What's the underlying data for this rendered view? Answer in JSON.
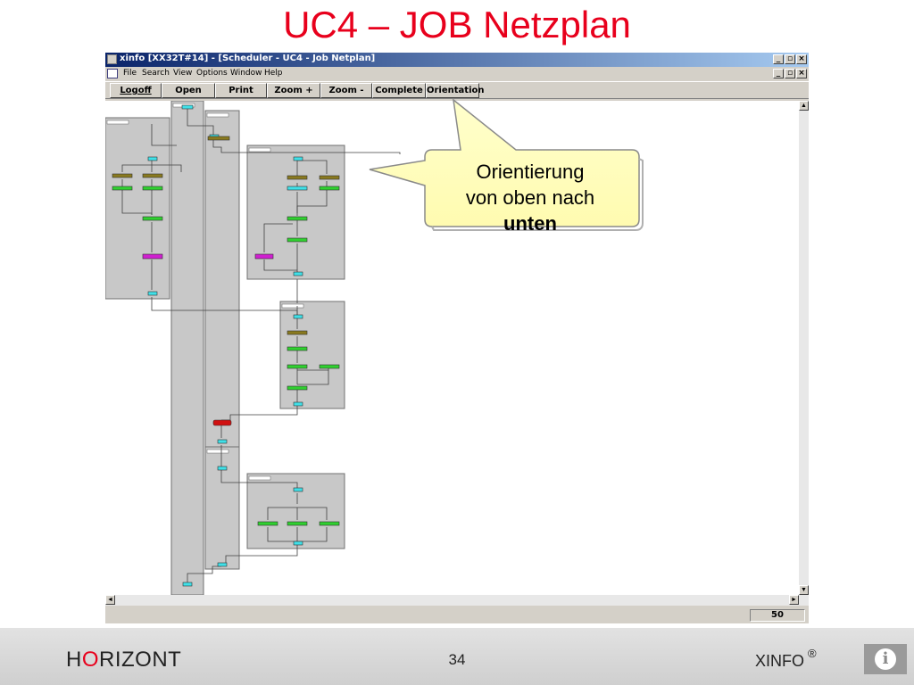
{
  "slide": {
    "title": "UC4 – JOB Netzplan",
    "page_number": "34"
  },
  "window": {
    "title": "xinfo [XX32T#14] - [Scheduler - UC4 - Job Netplan]",
    "controls": [
      "_",
      "▫",
      "×"
    ]
  },
  "menu": {
    "items": [
      "File",
      "Search",
      "View",
      "Options",
      "Window",
      "Help"
    ]
  },
  "toolbar": {
    "buttons": [
      "Logoff",
      "Open",
      "Print",
      "Zoom +",
      "Zoom -",
      "Complete",
      "Orientation"
    ]
  },
  "status": {
    "zoom": "50"
  },
  "callout": {
    "line1": "Orientierung",
    "line2": "von oben nach",
    "line3": "unten"
  },
  "footer": {
    "brand_pre": "H",
    "brand_o": "O",
    "brand_post": "RIZONT",
    "product": "XINFO",
    "trademark": "®"
  },
  "colors": {
    "title_red": "#e8001c",
    "node_cyan": "#40e0e8",
    "node_olive": "#8a7a20",
    "node_green": "#30d030",
    "node_magenta": "#d020d0",
    "node_red": "#d01010",
    "group_gray": "#c8c8c8"
  }
}
